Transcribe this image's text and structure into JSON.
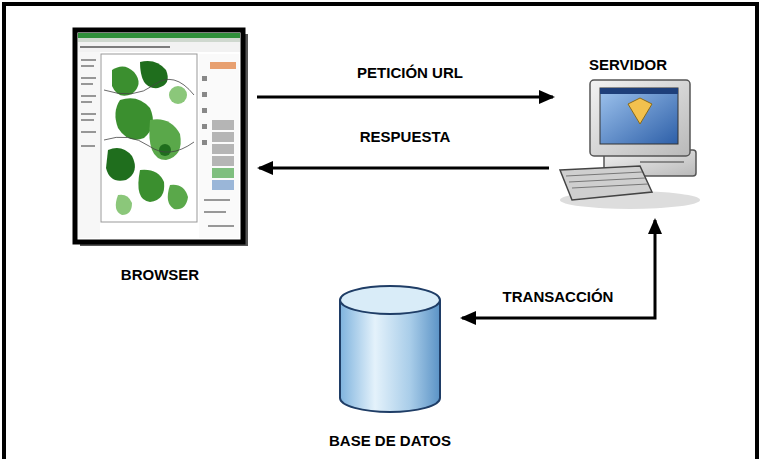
{
  "diagram": {
    "nodes": [
      {
        "text": [
          "BROWSER"
        ]
      },
      {
        "text": [
          "SERVIDOR"
        ]
      },
      {
        "text": [
          "BASE DE DATOS"
        ]
      }
    ],
    "edges": [
      {
        "from": 0,
        "to": 1,
        "arrow": "to",
        "label": "PETICIÓN URL"
      },
      {
        "from": 1,
        "to": 0,
        "arrow": "to",
        "label": "RESPUESTA"
      },
      {
        "from": 2,
        "to": 1,
        "arrow": "both",
        "label": "TRANSACCIÓN"
      }
    ]
  }
}
